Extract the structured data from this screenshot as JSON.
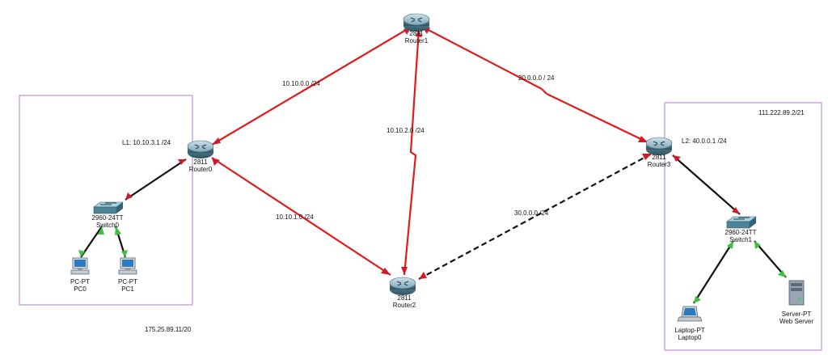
{
  "colors": {
    "link_serial": "#e01b1b",
    "link_ethernet": "#111111",
    "link_dashed": "#111111",
    "port_down": "#d01a2a",
    "port_up": "#3fbf3f",
    "area_border": "#b57ad6"
  },
  "devices": {
    "router0": {
      "model": "2811",
      "name": "Router0",
      "icon": "router-icon"
    },
    "router1": {
      "model": "2811",
      "name": "Router1",
      "icon": "router-icon"
    },
    "router2": {
      "model": "2811",
      "name": "Router2",
      "icon": "router-icon"
    },
    "router3": {
      "model": "2811",
      "name": "Router3",
      "icon": "router-icon"
    },
    "switch0": {
      "model": "2960-24TT",
      "name": "Switch0",
      "icon": "switch-icon"
    },
    "switch1": {
      "model": "2960-24TT",
      "name": "Switch1",
      "icon": "switch-icon"
    },
    "pc0": {
      "model": "PC-PT",
      "name": "PC0",
      "icon": "pc-icon"
    },
    "pc1": {
      "model": "PC-PT",
      "name": "PC1",
      "icon": "pc-icon"
    },
    "laptop0": {
      "model": "Laptop-PT",
      "name": "Laptop0",
      "icon": "laptop-icon"
    },
    "server0": {
      "model": "Server-PT",
      "name": "Web Server",
      "icon": "server-icon"
    }
  },
  "links": {
    "r0_r1": "10.10.0.0 /24",
    "r1_r3": "20.0.0.0 / 24",
    "r1_r2": "10.10.2.0 /24",
    "r0_r2": "10.10.1.0 /24",
    "r2_r3": "30.0.0.0 /24"
  },
  "lan_labels": {
    "l1": "L1: 10.10.3.1 /24",
    "l2": "L2: 40.0.0.1 /24"
  },
  "area_labels": {
    "left_public": "175.25.89.11/20",
    "right_public": "111.222.89.2/21"
  }
}
